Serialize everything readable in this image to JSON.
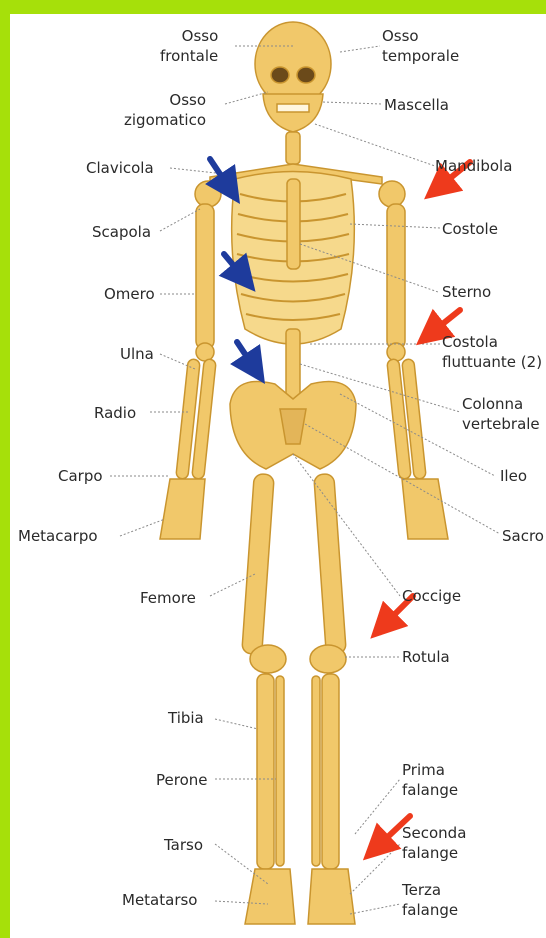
{
  "labels": {
    "osso_frontale": [
      "Osso",
      "frontale"
    ],
    "osso_temporale": [
      "Osso",
      "temporale"
    ],
    "osso_zigomatico": [
      "Osso",
      "zigomatico"
    ],
    "mascella": "Mascella",
    "clavicola": "Clavicola",
    "mandibola": "Mandibola",
    "scapola": "Scapola",
    "costole": "Costole",
    "omero": "Omero",
    "sterno": "Sterno",
    "ulna": "Ulna",
    "costola_fluttuante": [
      "Costola",
      "fluttuante (2)"
    ],
    "radio": "Radio",
    "colonna_vertebrale": [
      "Colonna",
      "vertebrale"
    ],
    "carpo": "Carpo",
    "ileo": "Ileo",
    "metacarpo": "Metacarpo",
    "sacro": "Sacro",
    "femore": "Femore",
    "coccige": "Coccige",
    "rotula": "Rotula",
    "tibia": "Tibia",
    "perone": "Perone",
    "prima_falange": [
      "Prima",
      "falange"
    ],
    "tarso": "Tarso",
    "seconda_falange": [
      "Seconda",
      "falange"
    ],
    "metatarso": "Metatarso",
    "terza_falange": [
      "Terza",
      "falange"
    ]
  },
  "colors": {
    "bone": "#f1c86a",
    "bone_shadow": "#c9952f",
    "blue_arrow": "#1e3b9c",
    "red_arrow": "#ee3a1c",
    "background_frame": "#a6e00a"
  }
}
